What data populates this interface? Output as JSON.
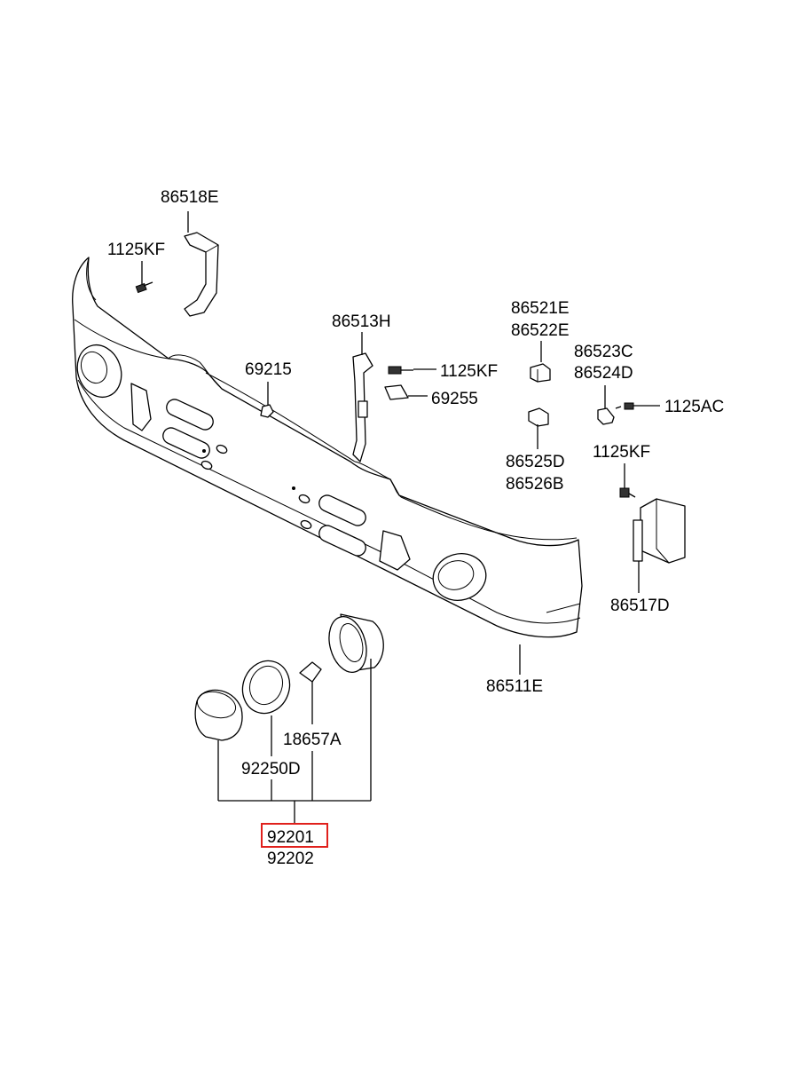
{
  "diagram": {
    "labels": {
      "bracket_upper": "86518E",
      "screw_left": "1125KF",
      "bracket_center": "86513H",
      "nut": "69215",
      "screw_center": "1125KF",
      "pad": "69255",
      "clip_a1": "86521E",
      "clip_a2": "86522E",
      "clip_b1": "86523C",
      "clip_b2": "86524D",
      "screw_ac": "1125AC",
      "clip_c1": "86525D",
      "clip_c2": "86526B",
      "screw_right": "1125KF",
      "bracket_side": "86517D",
      "bumper": "86511E",
      "bulb": "18657A",
      "bezel": "92250D",
      "lamp_assy_lh": "92201",
      "lamp_assy_rh": "92202"
    },
    "highlight_color": "#e0201c",
    "line_color": "#000000"
  }
}
